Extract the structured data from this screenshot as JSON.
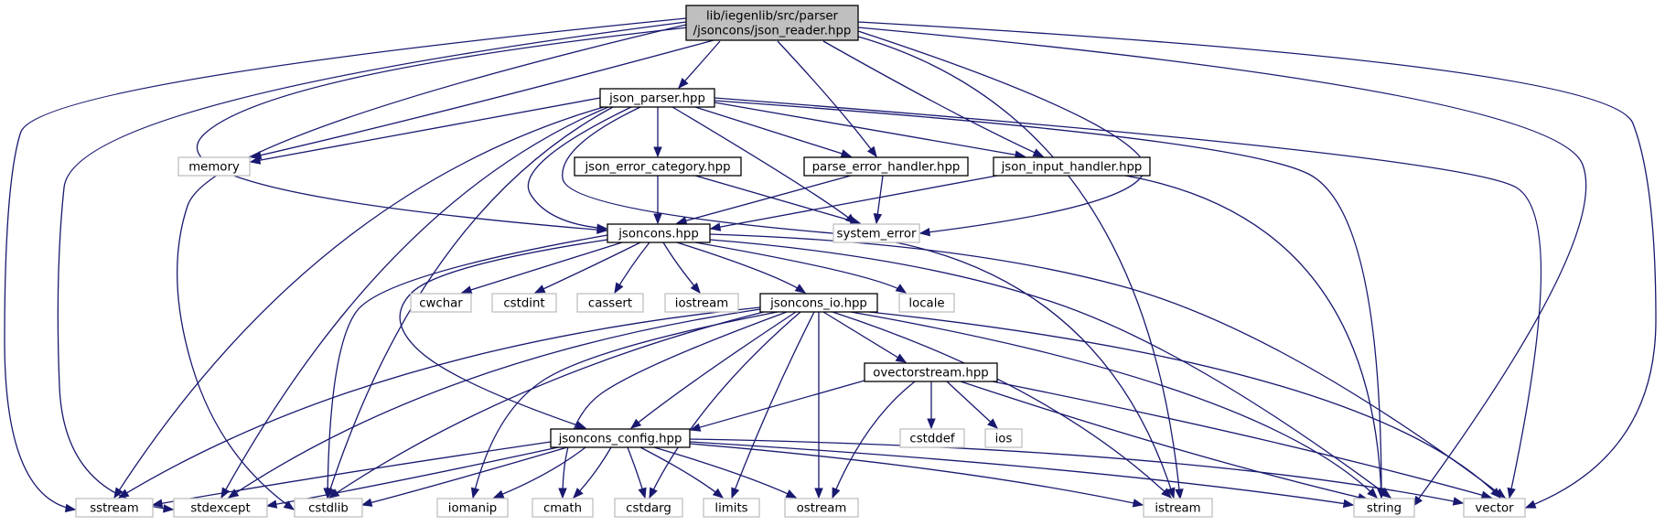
{
  "diagram": {
    "type": "include-dependency-graph",
    "colors": {
      "edge": "#191970",
      "root_fill": "#bfbfbf",
      "documented_border": "#000000",
      "undocumented_border": "#bfbfbf",
      "background": "#ffffff"
    },
    "nodes": [
      {
        "id": "root",
        "lines": [
          "lib/iegenlib/src/parser",
          "/jsoncons/json_reader.hpp"
        ],
        "kind": "root"
      },
      {
        "id": "json_parser",
        "lines": [
          "json_parser.hpp"
        ],
        "kind": "documented"
      },
      {
        "id": "memory",
        "lines": [
          "memory"
        ],
        "kind": "external"
      },
      {
        "id": "json_error_category",
        "lines": [
          "json_error_category.hpp"
        ],
        "kind": "documented"
      },
      {
        "id": "parse_error_handler",
        "lines": [
          "parse_error_handler.hpp"
        ],
        "kind": "documented"
      },
      {
        "id": "json_input_handler",
        "lines": [
          "json_input_handler.hpp"
        ],
        "kind": "documented"
      },
      {
        "id": "jsoncons",
        "lines": [
          "jsoncons.hpp"
        ],
        "kind": "documented"
      },
      {
        "id": "system_error",
        "lines": [
          "system_error"
        ],
        "kind": "external"
      },
      {
        "id": "cwchar",
        "lines": [
          "cwchar"
        ],
        "kind": "external"
      },
      {
        "id": "cstdint",
        "lines": [
          "cstdint"
        ],
        "kind": "external"
      },
      {
        "id": "cassert",
        "lines": [
          "cassert"
        ],
        "kind": "external"
      },
      {
        "id": "iostream",
        "lines": [
          "iostream"
        ],
        "kind": "external"
      },
      {
        "id": "jsoncons_io",
        "lines": [
          "jsoncons_io.hpp"
        ],
        "kind": "documented"
      },
      {
        "id": "locale",
        "lines": [
          "locale"
        ],
        "kind": "external"
      },
      {
        "id": "ovectorstream",
        "lines": [
          "ovectorstream.hpp"
        ],
        "kind": "documented"
      },
      {
        "id": "cstddef",
        "lines": [
          "cstddef"
        ],
        "kind": "external"
      },
      {
        "id": "ios",
        "lines": [
          "ios"
        ],
        "kind": "external"
      },
      {
        "id": "jsoncons_config",
        "lines": [
          "jsoncons_config.hpp"
        ],
        "kind": "documented"
      },
      {
        "id": "sstream",
        "lines": [
          "sstream"
        ],
        "kind": "external"
      },
      {
        "id": "stdexcept",
        "lines": [
          "stdexcept"
        ],
        "kind": "external"
      },
      {
        "id": "cstdlib",
        "lines": [
          "cstdlib"
        ],
        "kind": "external"
      },
      {
        "id": "iomanip",
        "lines": [
          "iomanip"
        ],
        "kind": "external"
      },
      {
        "id": "cmath",
        "lines": [
          "cmath"
        ],
        "kind": "external"
      },
      {
        "id": "cstdarg",
        "lines": [
          "cstdarg"
        ],
        "kind": "external"
      },
      {
        "id": "limits",
        "lines": [
          "limits"
        ],
        "kind": "external"
      },
      {
        "id": "ostream",
        "lines": [
          "ostream"
        ],
        "kind": "external"
      },
      {
        "id": "istream",
        "lines": [
          "istream"
        ],
        "kind": "external"
      },
      {
        "id": "string",
        "lines": [
          "string"
        ],
        "kind": "external"
      },
      {
        "id": "vector",
        "lines": [
          "vector"
        ],
        "kind": "external"
      }
    ],
    "edges": [
      [
        "root",
        "json_parser"
      ],
      [
        "root",
        "memory"
      ],
      [
        "root",
        "parse_error_handler"
      ],
      [
        "root",
        "json_input_handler"
      ],
      [
        "root",
        "jsoncons"
      ],
      [
        "root",
        "system_error"
      ],
      [
        "root",
        "sstream"
      ],
      [
        "root",
        "stdexcept"
      ],
      [
        "root",
        "cstdlib"
      ],
      [
        "root",
        "istream"
      ],
      [
        "root",
        "string"
      ],
      [
        "root",
        "vector"
      ],
      [
        "json_parser",
        "memory"
      ],
      [
        "json_parser",
        "json_error_category"
      ],
      [
        "json_parser",
        "parse_error_handler"
      ],
      [
        "json_parser",
        "json_input_handler"
      ],
      [
        "json_parser",
        "jsoncons"
      ],
      [
        "json_parser",
        "system_error"
      ],
      [
        "json_parser",
        "sstream"
      ],
      [
        "json_parser",
        "stdexcept"
      ],
      [
        "json_parser",
        "cstdlib"
      ],
      [
        "json_parser",
        "istream"
      ],
      [
        "json_parser",
        "string"
      ],
      [
        "json_parser",
        "vector"
      ],
      [
        "json_error_category",
        "jsoncons"
      ],
      [
        "json_error_category",
        "system_error"
      ],
      [
        "parse_error_handler",
        "jsoncons"
      ],
      [
        "parse_error_handler",
        "system_error"
      ],
      [
        "json_input_handler",
        "jsoncons"
      ],
      [
        "json_input_handler",
        "string"
      ],
      [
        "jsoncons",
        "cwchar"
      ],
      [
        "jsoncons",
        "cstdint"
      ],
      [
        "jsoncons",
        "cassert"
      ],
      [
        "jsoncons",
        "iostream"
      ],
      [
        "jsoncons",
        "jsoncons_io"
      ],
      [
        "jsoncons",
        "locale"
      ],
      [
        "jsoncons",
        "jsoncons_config"
      ],
      [
        "jsoncons",
        "cstdlib"
      ],
      [
        "jsoncons",
        "string"
      ],
      [
        "jsoncons",
        "vector"
      ],
      [
        "jsoncons_io",
        "ovectorstream"
      ],
      [
        "jsoncons_io",
        "jsoncons_config"
      ],
      [
        "jsoncons_io",
        "sstream"
      ],
      [
        "jsoncons_io",
        "stdexcept"
      ],
      [
        "jsoncons_io",
        "cstdlib"
      ],
      [
        "jsoncons_io",
        "iomanip"
      ],
      [
        "jsoncons_io",
        "cmath"
      ],
      [
        "jsoncons_io",
        "cstdarg"
      ],
      [
        "jsoncons_io",
        "limits"
      ],
      [
        "jsoncons_io",
        "ostream"
      ],
      [
        "jsoncons_io",
        "istream"
      ],
      [
        "jsoncons_io",
        "string"
      ],
      [
        "jsoncons_io",
        "vector"
      ],
      [
        "ovectorstream",
        "jsoncons_config"
      ],
      [
        "ovectorstream",
        "cstddef"
      ],
      [
        "ovectorstream",
        "ios"
      ],
      [
        "ovectorstream",
        "ostream"
      ],
      [
        "ovectorstream",
        "string"
      ],
      [
        "ovectorstream",
        "vector"
      ],
      [
        "jsoncons_config",
        "sstream"
      ],
      [
        "jsoncons_config",
        "stdexcept"
      ],
      [
        "jsoncons_config",
        "cstdlib"
      ],
      [
        "jsoncons_config",
        "iomanip"
      ],
      [
        "jsoncons_config",
        "cmath"
      ],
      [
        "jsoncons_config",
        "cstdarg"
      ],
      [
        "jsoncons_config",
        "limits"
      ],
      [
        "jsoncons_config",
        "ostream"
      ],
      [
        "jsoncons_config",
        "istream"
      ],
      [
        "jsoncons_config",
        "string"
      ],
      [
        "jsoncons_config",
        "vector"
      ]
    ]
  }
}
